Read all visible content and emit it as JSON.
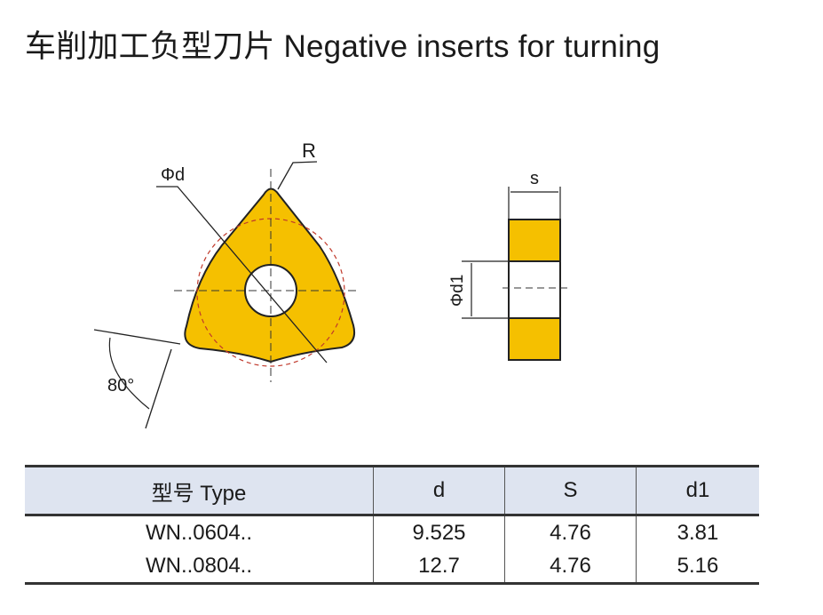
{
  "title": "车削加工负型刀片 Negative inserts for turning",
  "diagram": {
    "label_diameter_d": "Φd",
    "label_radius": "R",
    "label_angle": "80°",
    "label_thickness": "s",
    "label_hole_diameter": "Φd1",
    "insert_color": "#f5c000"
  },
  "table": {
    "headers": [
      "型号 Type",
      "d",
      "S",
      "d1"
    ],
    "rows": [
      [
        "WN..0604..",
        "9.525",
        "4.76",
        "3.81"
      ],
      [
        "WN..0804..",
        "12.7",
        "4.76",
        "5.16"
      ]
    ]
  }
}
